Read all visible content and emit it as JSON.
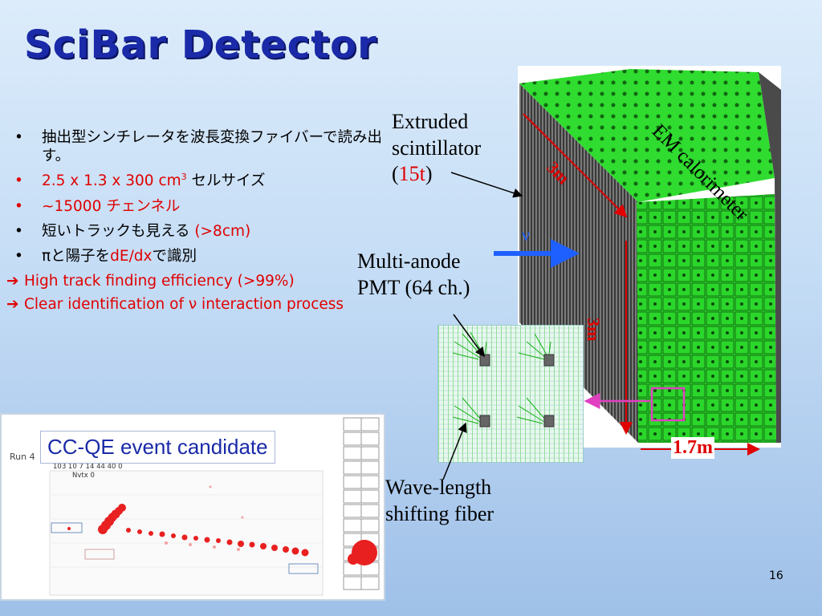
{
  "slide": {
    "title": "SciBar Detector",
    "page_number": "16"
  },
  "bullets": [
    {
      "marker": "•",
      "text": "抽出型シンチレータを波長変換ファイバーで読み出す。"
    },
    {
      "marker": "•",
      "text": "2.5 x 1.3 x 300 cm",
      "sup": "3",
      "suffix": " セルサイズ"
    },
    {
      "marker": "•",
      "text": "~15000 チェンネル"
    },
    {
      "marker": "•",
      "text": "短いトラックも見える ",
      "highlight": "(>8cm)"
    },
    {
      "marker": "•",
      "text_before": "πと陽子を",
      "highlight": "dE/dx",
      "text_after": "で識別"
    }
  ],
  "arrow_points": [
    {
      "marker": "➔",
      "text": "High track finding efficiency (>99%)"
    },
    {
      "marker": "➔",
      "text": "Clear identification of ν interaction process"
    }
  ],
  "event_display": {
    "title": "CC-QE event candidate",
    "run_label": "Run 4",
    "numbers": "103 10 7 14 44 40 0",
    "nvtx": "Nvtx 0"
  },
  "labels": {
    "extruded_1": "Extruded",
    "extruded_2": "scintillator",
    "extruded_3_open": "(",
    "extruded_3_val": "15t",
    "extruded_3_close": ")",
    "em_calorimeter": "EM calorimeter",
    "multi_anode_1": "Multi-anode",
    "multi_anode_2": "PMT (64 ch.)",
    "wave_1": "Wave-length",
    "wave_2": "shifting fiber",
    "dim_3m_top": "3m",
    "dim_3m_side": "3m",
    "dim_1_7m": "1.7m",
    "nu": "ν"
  },
  "colors": {
    "title": "#1a2aa8",
    "red_text": "#e00000",
    "detector_green": "#33cc33",
    "arrow_blue": "#1e60ff",
    "pink_marker": "#e040c0"
  },
  "icons": {
    "bullet": "bullet-dot",
    "arrow": "right-arrow-icon"
  }
}
